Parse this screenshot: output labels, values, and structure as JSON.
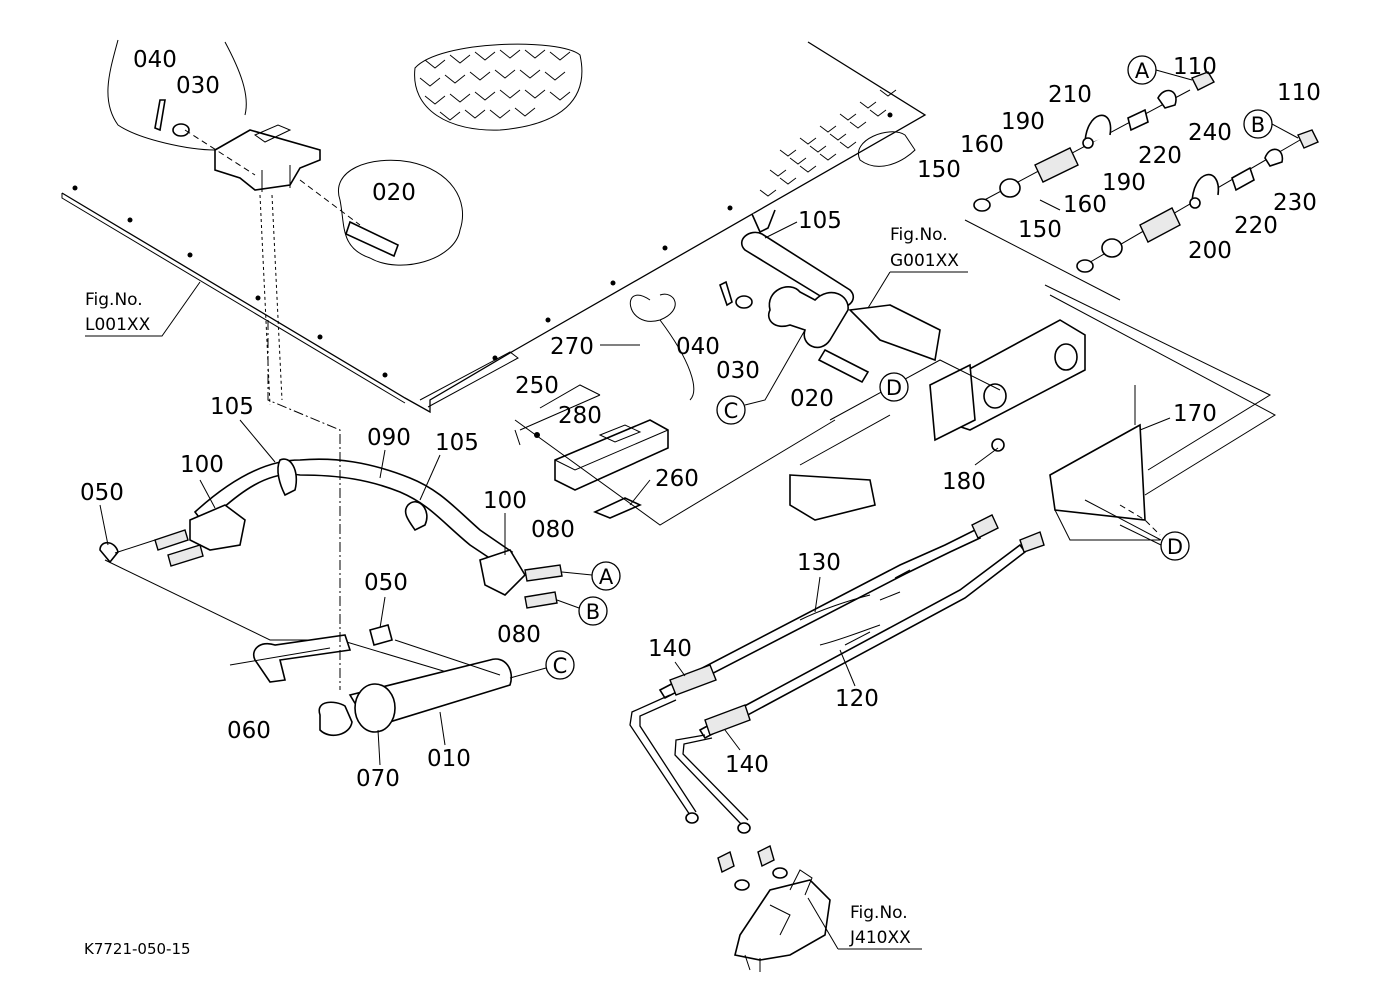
{
  "diagram": {
    "code": "K7721-050-15",
    "labels": {
      "p040_top": "040",
      "p030_top": "030",
      "p020_top": "020",
      "p105_mid": "105",
      "p270": "270",
      "p040_mid": "040",
      "p030_mid": "030",
      "p020_mid": "020",
      "p250": "250",
      "p280": "280",
      "p260": "260",
      "p180": "180",
      "p170": "170",
      "p105_left": "105",
      "p100_left": "100",
      "p090": "090",
      "p105_center": "105",
      "p100_right": "100",
      "p080_a": "080",
      "p080_b": "080",
      "p050_left": "050",
      "p050_mid": "050",
      "p060": "060",
      "p070": "070",
      "p010": "010",
      "p150_a": "150",
      "p160_a": "160",
      "p190_a": "190",
      "p210": "210",
      "p220_a": "220",
      "p240": "240",
      "p110_a": "110",
      "p150_b": "150",
      "p160_b": "160",
      "p190_b": "190",
      "p200": "200",
      "p220_b": "220",
      "p230": "230",
      "p110_b": "110",
      "p130": "130",
      "p120": "120",
      "p140_a": "140",
      "p140_b": "140"
    },
    "refs": {
      "l001_line1": "Fig.No.",
      "l001_line2": "L001XX",
      "g001_line1": "Fig.No.",
      "g001_line2": "G001XX",
      "j410_line1": "Fig.No.",
      "j410_line2": "J410XX"
    },
    "callouts": {
      "a_top": "A",
      "b_top": "B",
      "c_mid": "C",
      "d_mid": "D",
      "a_left": "A",
      "b_left": "B",
      "c_left": "C",
      "d_bottom": "D"
    }
  }
}
